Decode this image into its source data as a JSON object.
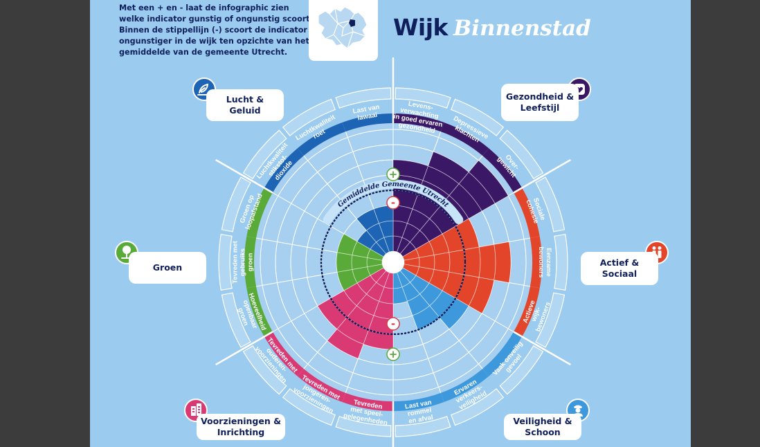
{
  "intro_lines": [
    "Met een + en - laat de infographic zien",
    "welke indicator gunstig of ongunstig scoort.",
    "Binnen de stippellijn (-) scoort de indicator",
    "ongunstiger in de wijk ten opzichte van het",
    "gemiddelde van de gemeente Utrecht."
  ],
  "title": {
    "prefix": "Wijk",
    "name": "Binnenstad"
  },
  "center_label": "Gemiddelde Gemeente Utrecht",
  "signs": {
    "plus": "+",
    "minus": "-"
  },
  "themes": [
    {
      "key": "lucht",
      "name": "Lucht &\nGeluid",
      "color": "#1e64b4",
      "icon": "leaf-wind-icon"
    },
    {
      "key": "gezond",
      "name": "Gezondheid &\nLeefstijl",
      "color": "#3a1866",
      "icon": "heart-icon"
    },
    {
      "key": "actief",
      "name": "Actief &\nSociaal",
      "color": "#e2452a",
      "icon": "people-icon"
    },
    {
      "key": "veilig",
      "name": "Veiligheid &\nSchoon",
      "color": "#3d98dc",
      "icon": "police-icon"
    },
    {
      "key": "voorz",
      "name": "Voorzieningen &\nInrichting",
      "color": "#d93a74",
      "icon": "buildings-icon"
    },
    {
      "key": "groen",
      "name": "Groen",
      "color": "#5aaa3a",
      "icon": "tree-icon"
    }
  ],
  "chart_data": {
    "type": "radial-bar",
    "scale_levels": 9,
    "average_level": 4,
    "indicators": [
      {
        "theme": "gezond",
        "lines": [
          "Levens-",
          "verwachting",
          "in goed ervaren",
          "gezondheid"
        ],
        "value": 6
      },
      {
        "theme": "gezond",
        "lines": [
          "Depressieve",
          "klachten"
        ],
        "value": 7
      },
      {
        "theme": "gezond",
        "lines": [
          "Over-",
          "gewicht"
        ],
        "value": 8
      },
      {
        "theme": "actief",
        "lines": [
          "Sociale",
          "cohesie"
        ],
        "value": 5
      },
      {
        "theme": "actief",
        "lines": [
          "Eenzame",
          "bewoners"
        ],
        "value": 7
      },
      {
        "theme": "actief",
        "lines": [
          "Actieve",
          "wijk-",
          "bewoners"
        ],
        "value": 6
      },
      {
        "theme": "veilig",
        "lines": [
          "Vaak onveilig",
          "gevoel"
        ],
        "value": 5
      },
      {
        "theme": "veilig",
        "lines": [
          "Ervaren",
          "verkeers-",
          "veiligheid"
        ],
        "value": 4
      },
      {
        "theme": "veilig",
        "lines": [
          "Last van",
          "rommel",
          "en afval"
        ],
        "value": 2
      },
      {
        "theme": "voorz",
        "lines": [
          "Tevreden",
          "met speel-",
          "gelegenheden"
        ],
        "value": 5
      },
      {
        "theme": "voorz",
        "lines": [
          "Tevreden met",
          "jongeren-",
          "voorzieningen"
        ],
        "value": 6
      },
      {
        "theme": "voorz",
        "lines": [
          "Tevreden met",
          "ouderen-",
          "voorzieningen"
        ],
        "value": 5
      },
      {
        "theme": "groen",
        "lines": [
          "Hoeveelheid",
          "openbaar",
          "groen"
        ],
        "value": 3
      },
      {
        "theme": "groen",
        "lines": [
          "Tevreden met",
          "gebruiks",
          "groen"
        ],
        "value": 3
      },
      {
        "theme": "groen",
        "lines": [
          "Groen op",
          "loopafstand"
        ],
        "value": 3
      },
      {
        "theme": "lucht",
        "lines": [
          "Luchtkwaliteit",
          "stikstof-",
          "dioxide"
        ],
        "value": 2
      },
      {
        "theme": "lucht",
        "lines": [
          "Luchtkwaliteit",
          "roet"
        ],
        "value": 3
      },
      {
        "theme": "lucht",
        "lines": [
          "Last van",
          "lawaai"
        ],
        "value": 3
      }
    ]
  }
}
